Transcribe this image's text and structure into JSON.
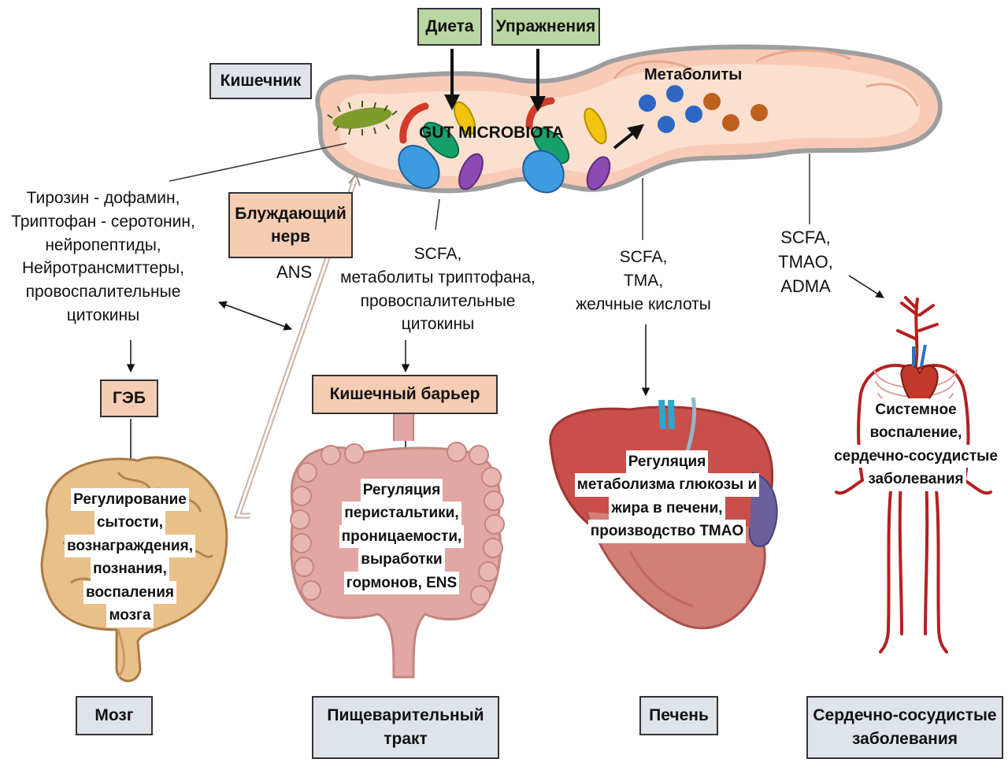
{
  "top": {
    "diet": "Диета",
    "exercise": "Упражнения"
  },
  "gut": {
    "label": "Кишечник",
    "microbiota": "GUT MICROBIOTA",
    "metabolites": "Метаболиты"
  },
  "nerve": {
    "vagus": [
      "Блуждающий",
      "нерв"
    ],
    "ans": "ANS"
  },
  "brain_path": {
    "signals": [
      "Тирозин - дофамин,",
      "Триптофан - серотонин,",
      "нейропептиды,",
      "Нейротрансмиттеры,",
      "провоспалительные",
      "цитокины"
    ],
    "barrier": "ГЭБ",
    "effects": [
      "Регулирование",
      "сытости,",
      "вознаграждения,",
      "познания,",
      "воспаления",
      "мозга"
    ],
    "organ": "Мозг"
  },
  "gi_path": {
    "signals": [
      "SCFA,",
      "метаболиты триптофана,",
      "провоспалительные",
      "цитокины"
    ],
    "barrier": "Кишечный барьер",
    "effects": [
      "Регуляция",
      "перистальтики,",
      "проницаемости,",
      "выработки",
      "гормонов, ENS"
    ],
    "organ": [
      "Пищеварительный",
      "тракт"
    ]
  },
  "liver_path": {
    "signals": [
      "SCFA,",
      "TMA,",
      "желчные кислоты"
    ],
    "effects": [
      "Регуляция",
      "метаболизма глюкозы и",
      "жира в печени,",
      "производство TMAO"
    ],
    "organ": "Печень"
  },
  "cv_path": {
    "signals": [
      "SCFA,",
      "TMAO,",
      "ADMA"
    ],
    "effects": [
      "Системное",
      "воспаление,",
      "сердечно-сосудистые",
      "заболевания"
    ],
    "organ": [
      "Сердечно-сосудистые",
      "заболевания"
    ]
  },
  "colors": {
    "green_box": "#b9d6a3",
    "grey_box": "#dfe3ea",
    "peach_box": "#f6cdb3",
    "gut_fill": "#f9c9b3",
    "brain_fill": "#e9bf8a",
    "intestine_fill": "#e2a7a2",
    "liver_fill": "#c94f4a",
    "vessel_red": "#b3201f",
    "metabolite_blue": "#2e66c4",
    "metabolite_orange": "#c0601e"
  },
  "icons": [
    "bacteria-icon",
    "brain-icon",
    "intestine-icon",
    "liver-icon",
    "circulatory-system-icon"
  ]
}
